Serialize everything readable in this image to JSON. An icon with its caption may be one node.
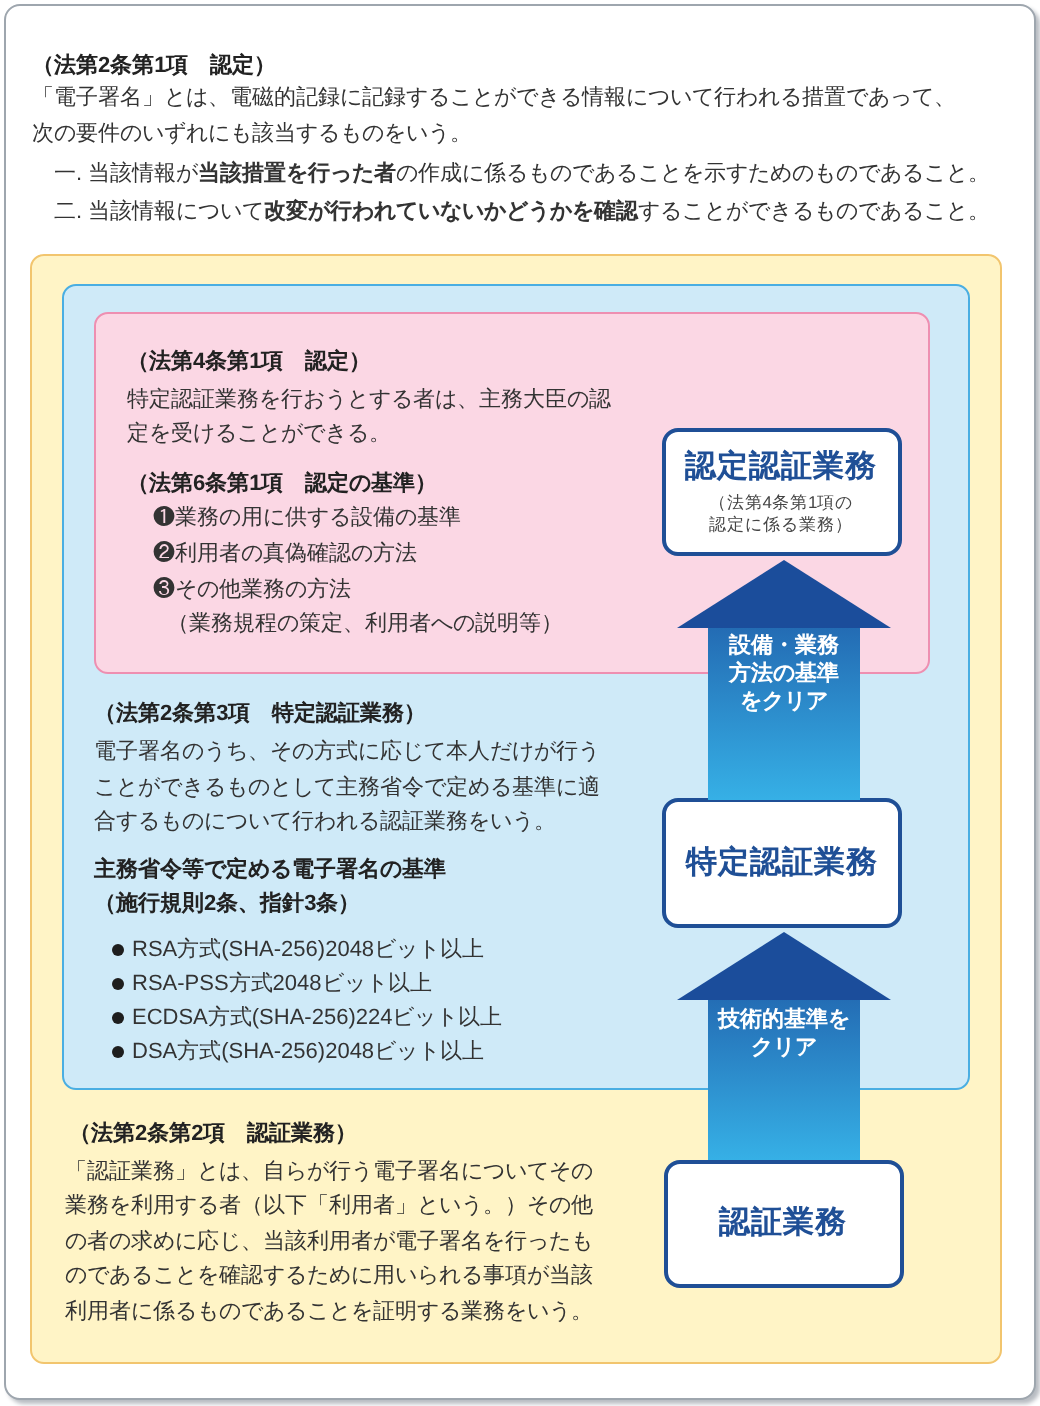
{
  "diagram": {
    "nodes": [
      {
        "text": [
          "（法第2条第1項　認定）",
          "「電子署名」とは、電磁的記録に記録することができる情報について行われる措置であって、次の要件のいずれにも該当するものをいう。",
          "一. 当該情報が**当該措置を行った者**の作成に係るものであることを示すためのものであること。",
          "二. 当該情報について**改変が行われていないかどうかを確認**することができるものであること。"
        ]
      },
      {
        "text": [
          "（法第2条第2項　認証業務）",
          "「認証業務」とは、自らが行う電子署名についてその業務を利用する者（以下「利用者」という。）その他の者の求めに応じ、当該利用者が電子署名を行ったものであることを確認するために用いられる事項が当該利用者に係るものであることを証明する業務をいう。"
        ],
        "in": 0
      },
      {
        "text": [
          "（法第2条第3項　特定認証業務）",
          "電子署名のうち、その方式に応じて本人だけが行うことができるものとして主務省令で定める基準に適合するものについて行われる認証業務をいう。",
          "主務省令等で定める電子署名の基準",
          "（施行規則2条、指針3条）",
          "RSA方式(SHA-256)2048ビット以上",
          "RSA-PSS方式2048ビット以上",
          "ECDSA方式(SHA-256)224ビット以上",
          "DSA方式(SHA-256)2048ビット以上"
        ],
        "in": 1
      },
      {
        "text": [
          "（法第4条第1項　認定）",
          "特定認証業務を行おうとする者は、主務大臣の認定を受けることができる。",
          "（法第6条第1項　認定の基準）",
          "❶業務の用に供する設備の基準",
          "❷利用者の真偽確認の方法",
          "❸その他業務の方法",
          "（業務規程の策定、利用者への説明等）"
        ],
        "in": 2
      },
      {
        "text": [
          "認定認証業務",
          "（法第4条第1項の認定に係る業務）"
        ],
        "in": 3
      },
      {
        "text": [
          "特定認証業務"
        ],
        "in": 2
      },
      {
        "text": [
          "認証業務"
        ],
        "in": 1
      }
    ],
    "edges": [
      {
        "from": 6,
        "to": 5,
        "arrow": "to",
        "label": "技術的基準をクリア"
      },
      {
        "from": 5,
        "to": 4,
        "arrow": "to",
        "label": "設備・業務方法の基準をクリア"
      }
    ]
  }
}
